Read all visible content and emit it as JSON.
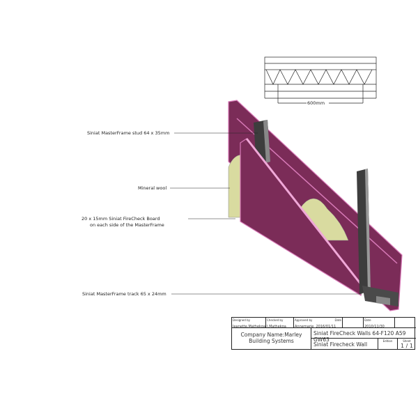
{
  "dimension": {
    "label": "600mm"
  },
  "labels": {
    "stud": "Siniat MasterFrame stud 64 x 35mm",
    "wool": "Mineral wool",
    "board_1": "20 x 15mm Siniat FireCheck Board",
    "board_2": "on each side of the MasterFrame",
    "track": "Siniat MasterFrame track 65 x 24mm"
  },
  "title_block": {
    "designed_by_label": "Designed by",
    "designed_by": "Jeanette.Mathekga",
    "checked_by_label": "Checked by",
    "checked_by": "J.Mathekga",
    "approved_by_label": "Approved by",
    "approved_by": "Annemarie",
    "date1_label": "Date",
    "date1": "2016/01/11",
    "date2_label": "Date",
    "date2": "2010/11/30",
    "company": "Company Name:Marley Building Systems",
    "drawing_title": "Siniat FireCheck Walls 64-F120 A59 GW63",
    "subtitle": "Siniat Firecheck  Wall",
    "edition_label": "Edition",
    "sheet_label": "Sheet",
    "sheet": "1 / 1"
  },
  "colors": {
    "board": "#7b2c58",
    "board_edge": "#d87ab8",
    "wool": "#d9dba0",
    "steel": "#3d3d3d"
  }
}
